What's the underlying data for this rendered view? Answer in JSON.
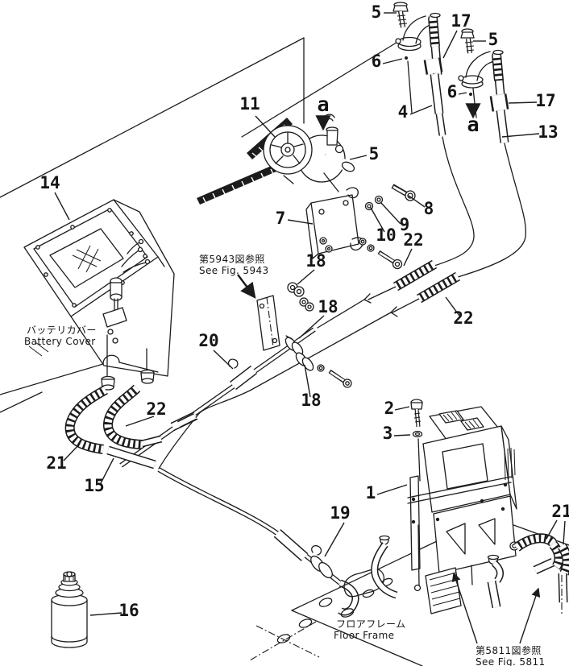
{
  "diagram": {
    "background": "#ffffff",
    "line_color": "#1c1c1c",
    "labels": [
      {
        "id": "bolt-5-top-left",
        "text": "5"
      },
      {
        "id": "insulator-17-left",
        "text": "17"
      },
      {
        "id": "washer-6-left",
        "text": "6"
      },
      {
        "id": "bolt-5-top-right",
        "text": "5"
      },
      {
        "id": "tube-4",
        "text": "4"
      },
      {
        "id": "washer-6-right",
        "text": "6"
      },
      {
        "id": "insulator-17-right",
        "text": "17"
      },
      {
        "id": "tube-13",
        "text": "13"
      },
      {
        "id": "view-a-top",
        "text": "a"
      },
      {
        "id": "view-a-right",
        "text": "a"
      },
      {
        "id": "belt-11",
        "text": "11"
      },
      {
        "id": "compressor-5",
        "text": "5"
      },
      {
        "id": "bolt-8",
        "text": "8"
      },
      {
        "id": "washer-9",
        "text": "9"
      },
      {
        "id": "washer-10",
        "text": "10"
      },
      {
        "id": "bracket-7",
        "text": "7"
      },
      {
        "id": "hose-22-upper",
        "text": "22"
      },
      {
        "id": "hose-22-lower",
        "text": "22"
      },
      {
        "id": "clamp-18-a",
        "text": "18"
      },
      {
        "id": "clamp-18-b",
        "text": "18"
      },
      {
        "id": "battery-cover-14",
        "text": "14"
      },
      {
        "id": "sleeve-20",
        "text": "20"
      },
      {
        "id": "clamp-18-c",
        "text": "18"
      },
      {
        "id": "bolt-2",
        "text": "2"
      },
      {
        "id": "washer-3",
        "text": "3"
      },
      {
        "id": "unit-1",
        "text": "1"
      },
      {
        "id": "hose-22-left",
        "text": "22"
      },
      {
        "id": "hose-21-left",
        "text": "21"
      },
      {
        "id": "tube-15",
        "text": "15"
      },
      {
        "id": "clamp-19",
        "text": "19"
      },
      {
        "id": "canister-16",
        "text": "16"
      },
      {
        "id": "hose-21-right",
        "text": "21"
      }
    ],
    "notes": {
      "see_fig_5943": {
        "jp": "第5943図参照",
        "en": "See Fig. 5943"
      },
      "battery_cover": {
        "jp": "バッテリカバー",
        "en": "Battery Cover"
      },
      "floor_frame": {
        "jp": "フロアフレーム",
        "en": "Floor Frame"
      },
      "see_fig_5811": {
        "jp": "第5811図参照",
        "en": "See Fig. 5811"
      }
    }
  }
}
